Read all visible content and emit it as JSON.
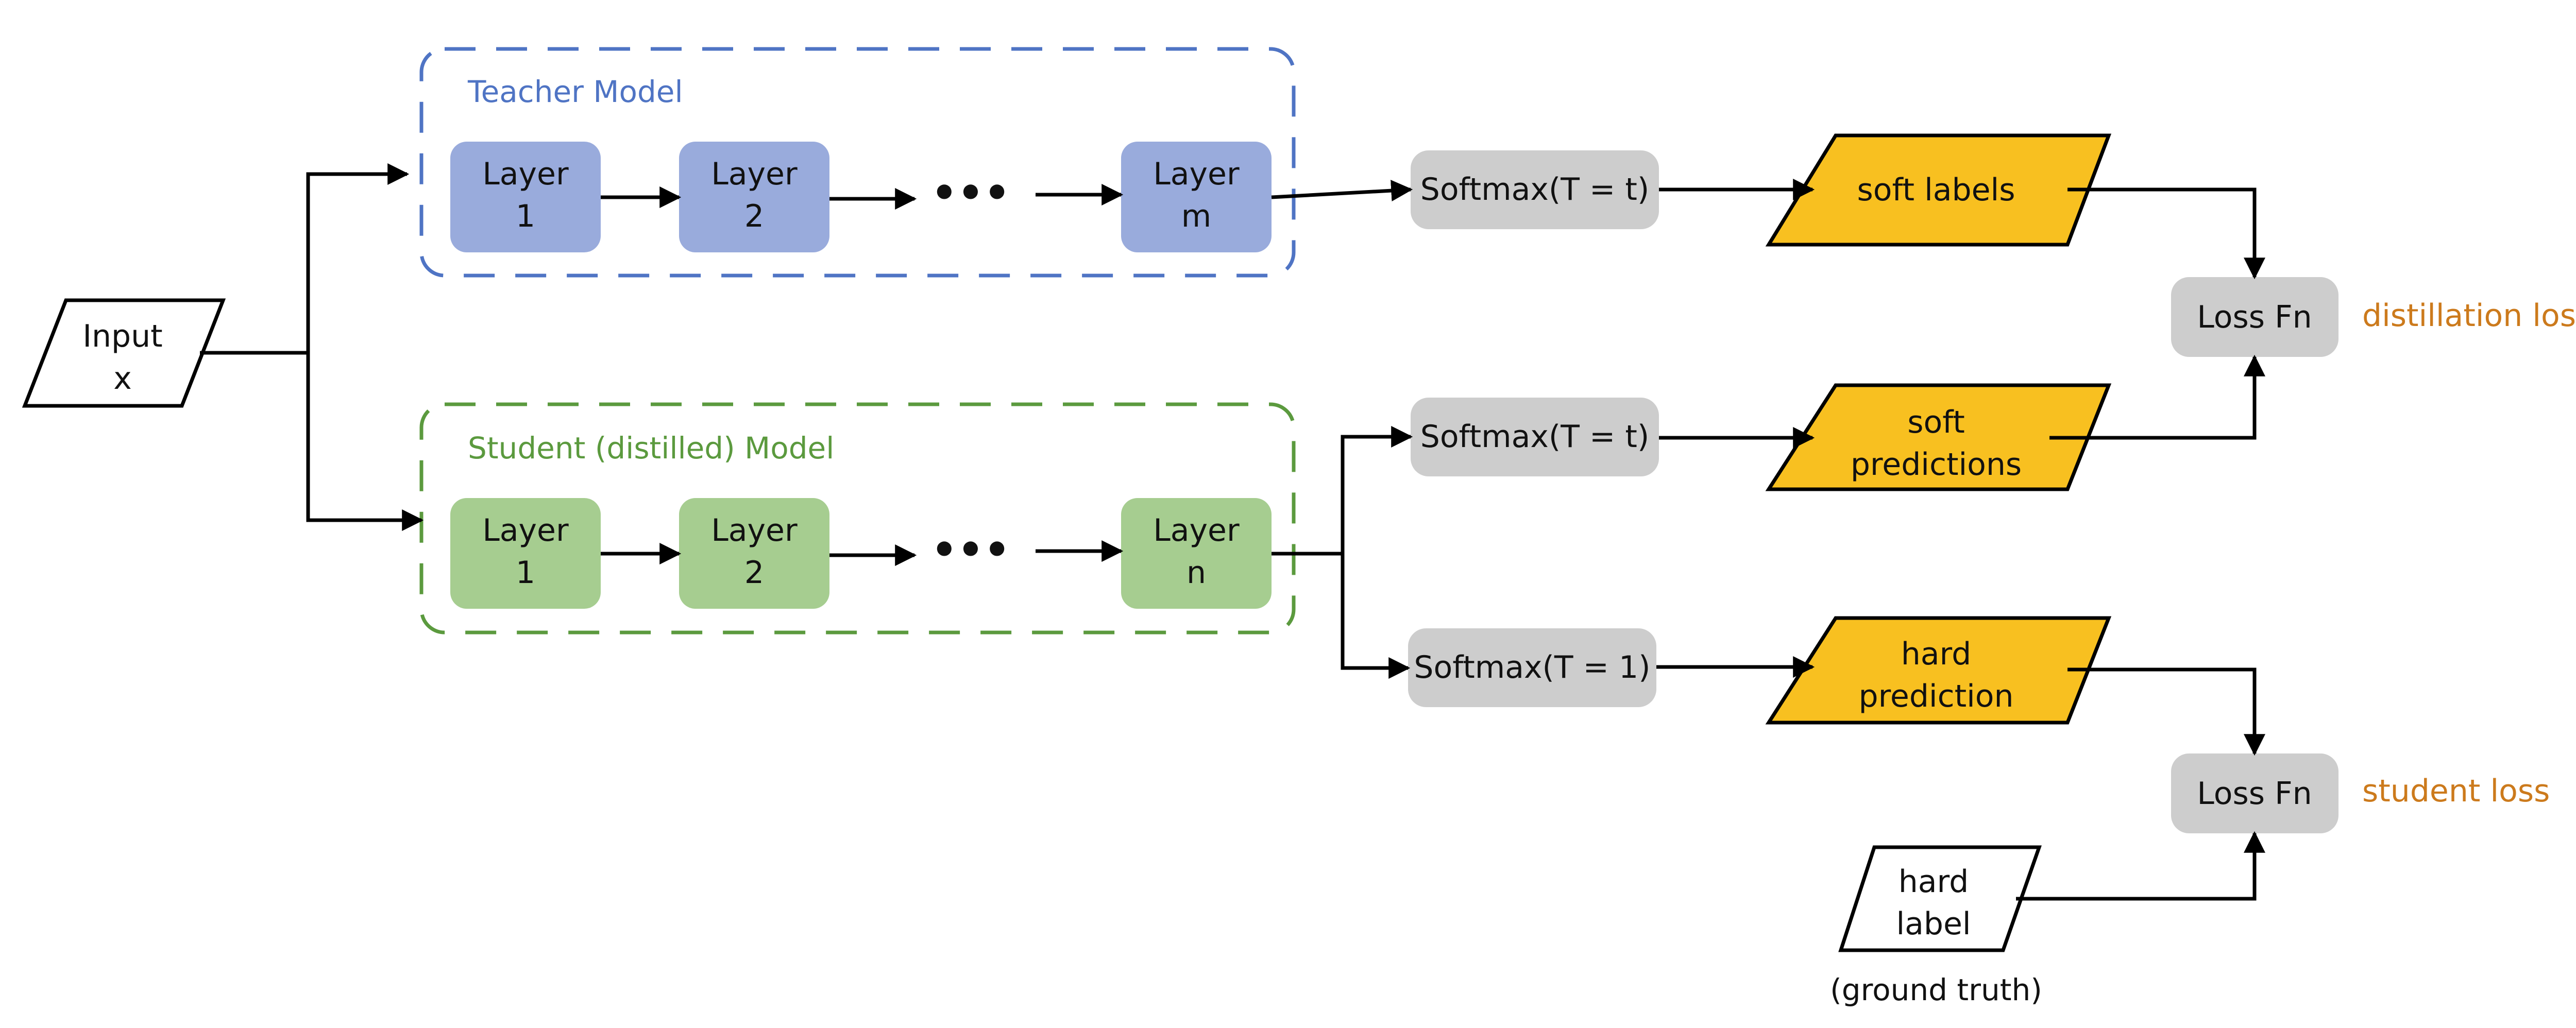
{
  "colors": {
    "teacher_layer": "#99abdc",
    "student_layer": "#a6cd90",
    "softmax": "#cdcdcd",
    "output": "#f8c020",
    "teacher_border": "#4f74c4",
    "student_border": "#5b9a3e",
    "loss_label": "#cc7a1c"
  },
  "input": {
    "line1": "Input",
    "line2": "x"
  },
  "teacher": {
    "title": "Teacher Model",
    "layers": [
      {
        "line1": "Layer",
        "line2": "1"
      },
      {
        "line1": "Layer",
        "line2": "2"
      },
      {
        "line1": "Layer",
        "line2": "m"
      }
    ],
    "ellipsis": "•••"
  },
  "student": {
    "title": "Student (distilled) Model",
    "layers": [
      {
        "line1": "Layer",
        "line2": "1"
      },
      {
        "line1": "Layer",
        "line2": "2"
      },
      {
        "line1": "Layer",
        "line2": "n"
      }
    ],
    "ellipsis": "•••"
  },
  "softmax": {
    "teacher": "Softmax(T = t)",
    "student_soft": "Softmax(T = t)",
    "student_hard": "Softmax(T = 1)"
  },
  "outputs": {
    "soft_labels": "soft labels",
    "soft_predictions": {
      "line1": "soft",
      "line2": "predictions"
    },
    "hard_prediction": {
      "line1": "hard",
      "line2": "prediction"
    },
    "hard_label": {
      "line1": "hard",
      "line2": "label"
    }
  },
  "loss": {
    "distill": "Loss Fn",
    "student": "Loss Fn",
    "distill_label": "distillation loss",
    "student_label": "student loss"
  },
  "ground_truth_caption": "(ground truth)"
}
